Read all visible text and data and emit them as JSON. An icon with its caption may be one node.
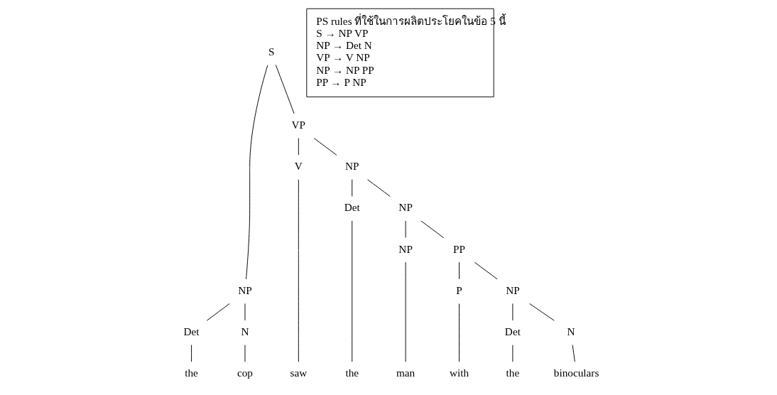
{
  "diagram": {
    "nodes": [
      {
        "text": [
          "S"
        ]
      },
      {
        "text": [
          "NP"
        ]
      },
      {
        "text": [
          "VP"
        ]
      },
      {
        "text": [
          "Det"
        ]
      },
      {
        "text": [
          "N"
        ]
      },
      {
        "text": [
          "V"
        ]
      },
      {
        "text": [
          "NP"
        ]
      },
      {
        "text": [
          "Det"
        ]
      },
      {
        "text": [
          "NP"
        ]
      },
      {
        "text": [
          "NP"
        ]
      },
      {
        "text": [
          "PP"
        ]
      },
      {
        "text": [
          "P"
        ]
      },
      {
        "text": [
          "NP"
        ]
      },
      {
        "text": [
          "Det"
        ]
      },
      {
        "text": [
          "N"
        ]
      },
      {
        "text": [
          "the"
        ]
      },
      {
        "text": [
          "cop"
        ]
      },
      {
        "text": [
          "saw"
        ]
      },
      {
        "text": [
          "the"
        ]
      },
      {
        "text": [
          "man"
        ]
      },
      {
        "text": [
          "with"
        ]
      },
      {
        "text": [
          "the"
        ]
      },
      {
        "text": [
          "binoculars"
        ]
      },
      {
        "text": [
          "PS rules ที่ใช้ในการผลิตประโยคในข้อ 5 นี้",
          "S → NP VP",
          "NP → Det N",
          "VP → V NP",
          "NP → NP PP",
          "PP → P NP"
        ]
      }
    ],
    "edges": [
      {
        "from": 0,
        "to": 1,
        "arrow": "none"
      },
      {
        "from": 0,
        "to": 2,
        "arrow": "none"
      },
      {
        "from": 1,
        "to": 3,
        "arrow": "none"
      },
      {
        "from": 1,
        "to": 4,
        "arrow": "none"
      },
      {
        "from": 2,
        "to": 5,
        "arrow": "none"
      },
      {
        "from": 2,
        "to": 6,
        "arrow": "none"
      },
      {
        "from": 6,
        "to": 7,
        "arrow": "none"
      },
      {
        "from": 6,
        "to": 8,
        "arrow": "none"
      },
      {
        "from": 8,
        "to": 9,
        "arrow": "none"
      },
      {
        "from": 8,
        "to": 10,
        "arrow": "none"
      },
      {
        "from": 10,
        "to": 11,
        "arrow": "none"
      },
      {
        "from": 10,
        "to": 12,
        "arrow": "none"
      },
      {
        "from": 12,
        "to": 13,
        "arrow": "none"
      },
      {
        "from": 12,
        "to": 14,
        "arrow": "none"
      },
      {
        "from": 3,
        "to": 15,
        "arrow": "none"
      },
      {
        "from": 4,
        "to": 16,
        "arrow": "none"
      },
      {
        "from": 5,
        "to": 17,
        "arrow": "none"
      },
      {
        "from": 7,
        "to": 18,
        "arrow": "none"
      },
      {
        "from": 9,
        "to": 19,
        "arrow": "none"
      },
      {
        "from": 11,
        "to": 20,
        "arrow": "none"
      },
      {
        "from": 13,
        "to": 21,
        "arrow": "none"
      },
      {
        "from": 14,
        "to": 22,
        "arrow": "none"
      }
    ]
  }
}
